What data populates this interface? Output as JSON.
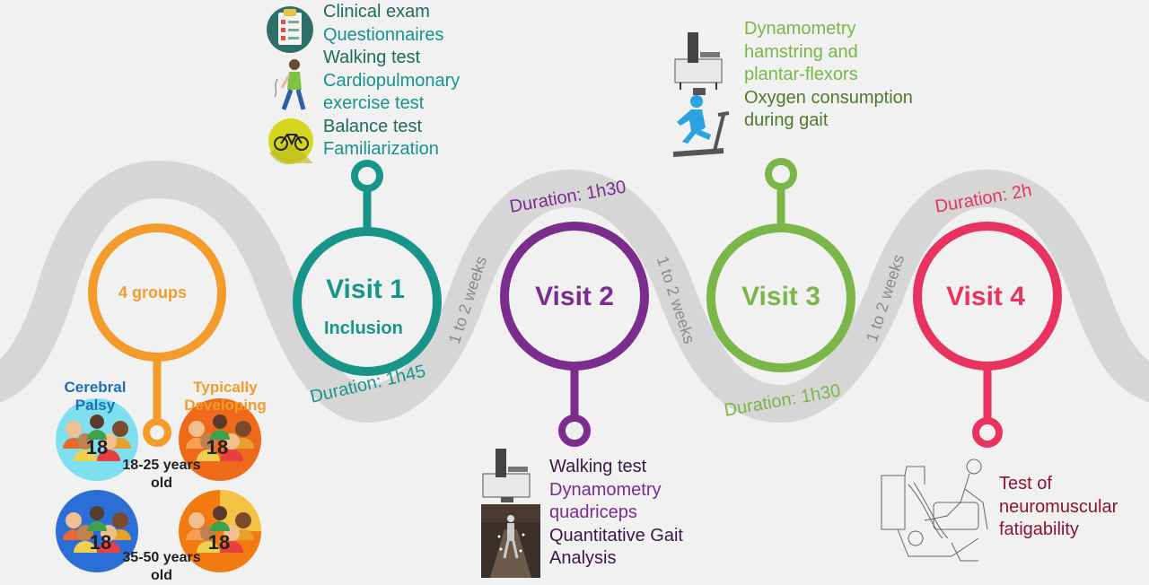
{
  "colors": {
    "track": "#d6d6d6",
    "groups": "#f39c2c",
    "visit1": "#17958a",
    "visit2": "#7b2d8e",
    "visit3": "#7ab648",
    "visit4": "#e8335e",
    "cp_blue": "#1d6fb8",
    "dark_text": "#222222"
  },
  "groups": {
    "title": "4 groups",
    "cerebral_palsy": "Cerebral Palsy",
    "typically_developing": "Typically Developing",
    "age_young": "18-25 years old",
    "age_old": "35-50 years old",
    "count_cp_young": "18",
    "count_td_young": "18",
    "count_cp_old": "18",
    "count_td_old": "18"
  },
  "visits": [
    {
      "title": "Visit 1",
      "subtitle": "Inclusion",
      "duration": "Duration: 1h45"
    },
    {
      "title": "Visit 2",
      "duration": "Duration: 1h30"
    },
    {
      "title": "Visit 3",
      "duration": "Duration: 1h30"
    },
    {
      "title": "Visit 4",
      "duration": "Duration: 2h"
    }
  ],
  "intervals": [
    "1 to 2 weeks",
    "1 to 2 weeks",
    "1 to 2 weeks"
  ],
  "visit1_tests": [
    "Clinical exam",
    "Questionnaires",
    "Walking test",
    "Cardiopulmonary",
    "exercise test",
    "Balance test",
    "Familiarization"
  ],
  "visit2_tests": [
    "Walking test",
    "Dynamometry",
    "quadriceps",
    "Quantitative Gait",
    "Analysis"
  ],
  "visit3_tests": [
    "Dynamometry",
    "hamstring and",
    "plantar-flexors",
    "Oxygen consumption",
    "during gait"
  ],
  "visit4_tests": [
    "Test of",
    "neuromuscular",
    "fatigability"
  ],
  "icons": [
    "clipboard-icon",
    "walker-icon",
    "bicycle-icon",
    "dynamometer-icon",
    "treadmill-runner-icon",
    "gait-analysis-photo-icon",
    "fatigue-test-apparatus-icon",
    "people-group-icon"
  ]
}
